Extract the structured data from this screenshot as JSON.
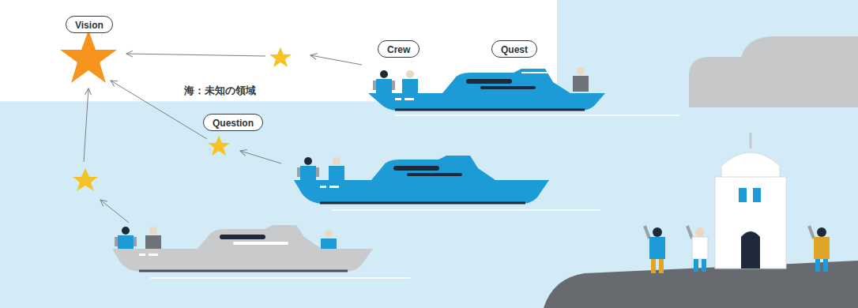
{
  "diagram": {
    "nodes": [
      {
        "text": [
          "Vision"
        ]
      },
      {
        "text": [
          "Crew"
        ]
      },
      {
        "text": [
          "Quest"
        ]
      },
      {
        "text": [
          "Question"
        ]
      }
    ],
    "labels": [
      "海：未知の領域"
    ]
  }
}
